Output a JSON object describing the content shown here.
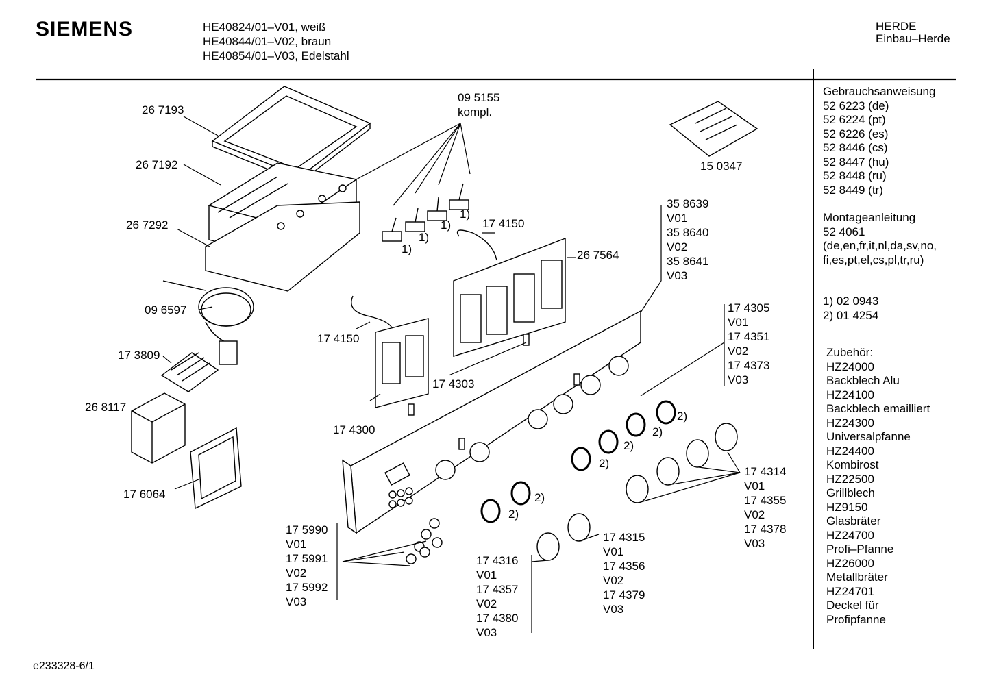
{
  "header": {
    "brand": "SIEMENS",
    "models": [
      "HE40824/01–V01, weiß",
      "HE40844/01–V02, braun",
      "HE40854/01–V03, Edelstahl"
    ],
    "category": "HERDE",
    "subcategory": "Einbau–Herde"
  },
  "parts": {
    "p267193": "26 7193",
    "p267192": "26 7192",
    "p267292": "26 7292",
    "p096597": "09 6597",
    "p173809": "17 3809",
    "p268117": "26 8117",
    "p176064": "17 6064",
    "p095155": [
      "09 5155",
      "kompl."
    ],
    "p150347": "15 0347",
    "p174150a": "17 4150",
    "p174150b": "17 4150",
    "p267564": "26 7564",
    "p358639": [
      "35 8639",
      "V01",
      "35 8640",
      "V02",
      "35 8641",
      "V03"
    ],
    "p174305": [
      "17 4305",
      "V01",
      "17 4351",
      "V02",
      "17 4373",
      "V03"
    ],
    "p174303": "17 4303",
    "p174300": "17 4300",
    "p174314": [
      "17 4314",
      "V01",
      "17 4355",
      "V02",
      "17 4378",
      "V03"
    ],
    "p174315": [
      "17 4315",
      "V01",
      "17 4356",
      "V02",
      "17 4379",
      "V03"
    ],
    "p174316": [
      "17 4316",
      "V01",
      "17 4357",
      "V02",
      "17 4380",
      "V03"
    ],
    "p175990": [
      "17 5990",
      "V01",
      "17 5991",
      "V02",
      "17 5992",
      "V03"
    ],
    "fn1": [
      "1)",
      "1)",
      "1)",
      "1)"
    ],
    "fn2": [
      "2)",
      "2)",
      "2)",
      "2)",
      "2)",
      "2)"
    ]
  },
  "sidebar": {
    "manual_title": "Gebrauchsanweisung",
    "manuals": [
      "52 6223 (de)",
      "52 6224 (pt)",
      "52 6226 (es)",
      "52 8446 (cs)",
      "52 8447 (hu)",
      "52 8448 (ru)",
      "52 8449 (tr)"
    ],
    "install_title": "Montageanleitung",
    "install_lines": [
      "52 4061",
      "(de,en,fr,it,nl,da,sv,no,",
      "fi,es,pt,el,cs,pl,tr,ru)"
    ],
    "footnotes": [
      "1)  02 0943",
      "2)  01 4254"
    ],
    "accessories_title": "Zubehör:",
    "accessories": [
      "HZ24000",
      "Backblech Alu",
      "HZ24100",
      "Backblech emailliert",
      "HZ24300",
      "Universalpfanne",
      "HZ24400",
      "Kombirost",
      "HZ22500",
      "Grillblech",
      "HZ9150",
      "Glasbräter",
      "HZ24700",
      "Profi–Pfanne",
      "HZ26000",
      "Metallbräter",
      "HZ24701",
      "Deckel für",
      "Profipfanne"
    ]
  },
  "footer": {
    "code": "e233328-6/1"
  }
}
